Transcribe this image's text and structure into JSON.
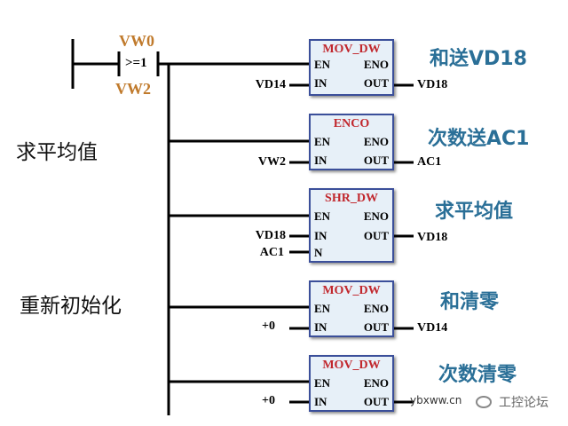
{
  "contact": {
    "top_operand": "VW0",
    "compare_op": ">=1",
    "bottom_operand": "VW2"
  },
  "side_labels": [
    "求平均值",
    "重新初始化"
  ],
  "blocks": [
    {
      "title": "MOV_DW",
      "pins": [
        "EN",
        "ENO",
        "IN",
        "OUT"
      ],
      "in_value": "VD14",
      "out_value": "VD18",
      "comment": "和送VD18"
    },
    {
      "title": "ENCO",
      "pins": [
        "EN",
        "ENO",
        "IN",
        "OUT"
      ],
      "in_value": "VW2",
      "out_value": "AC1",
      "comment": "次数送AC1"
    },
    {
      "title": "SHR_DW",
      "pins": [
        "EN",
        "ENO",
        "IN",
        "OUT",
        "N"
      ],
      "in_value": "VD18",
      "n_value": "AC1",
      "out_value": "VD18",
      "comment": "求平均值"
    },
    {
      "title": "MOV_DW",
      "pins": [
        "EN",
        "ENO",
        "IN",
        "OUT"
      ],
      "in_value": "+0",
      "out_value": "VD14",
      "comment": "和清零"
    },
    {
      "title": "MOV_DW",
      "pins": [
        "EN",
        "ENO",
        "IN",
        "OUT"
      ],
      "in_value": "+0",
      "out_value": "",
      "comment": "次数清零"
    }
  ],
  "watermark": "ybxww.cn",
  "brand": "工控论坛",
  "colors": {
    "box_fill": "#e7f0f8",
    "box_border": "#3b4f9a",
    "title_red": "#c1272d",
    "contact_orange": "#c07a2c",
    "comment_blue": "#2a6f97"
  }
}
